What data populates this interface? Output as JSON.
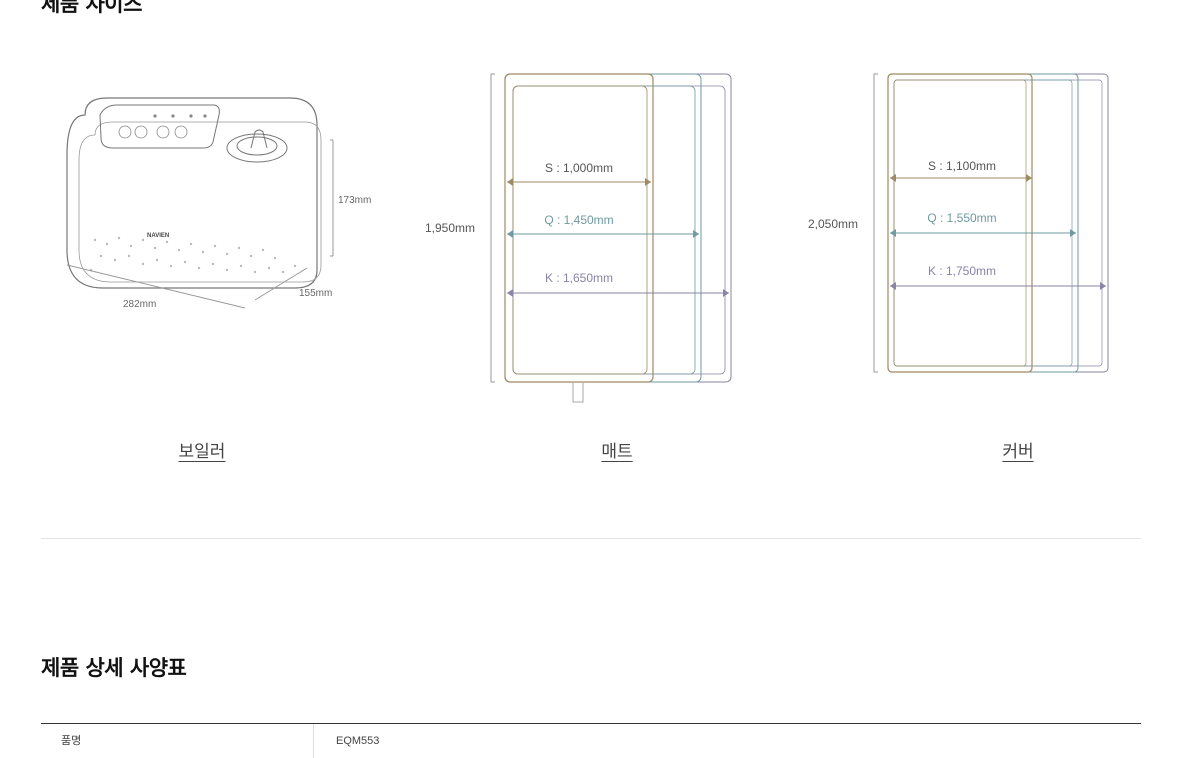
{
  "sections": {
    "size_title": "제품 사이즈",
    "spec_title": "제품 상세 사양표"
  },
  "boiler": {
    "caption": "보일러",
    "height_label": "173mm",
    "width_label": "282mm",
    "depth_label": "155mm",
    "brand": "NAVIEN"
  },
  "mat": {
    "caption": "매트",
    "length_label": "1,950mm",
    "sizes": [
      {
        "label": "S : 1,000mm",
        "color": "#a08a63"
      },
      {
        "label": "Q : 1,450mm",
        "color": "#6f9aa0"
      },
      {
        "label": "K : 1,650mm",
        "color": "#8a84a6"
      }
    ]
  },
  "cover": {
    "caption": "커버",
    "length_label": "2,050mm",
    "sizes": [
      {
        "label": "S : 1,100mm",
        "color": "#a08a63"
      },
      {
        "label": "Q : 1,550mm",
        "color": "#6f9aa0"
      },
      {
        "label": "K : 1,750mm",
        "color": "#8a84a6"
      }
    ]
  },
  "spec_table": {
    "rows": [
      {
        "label": "품명",
        "value": "EQM553"
      }
    ]
  }
}
